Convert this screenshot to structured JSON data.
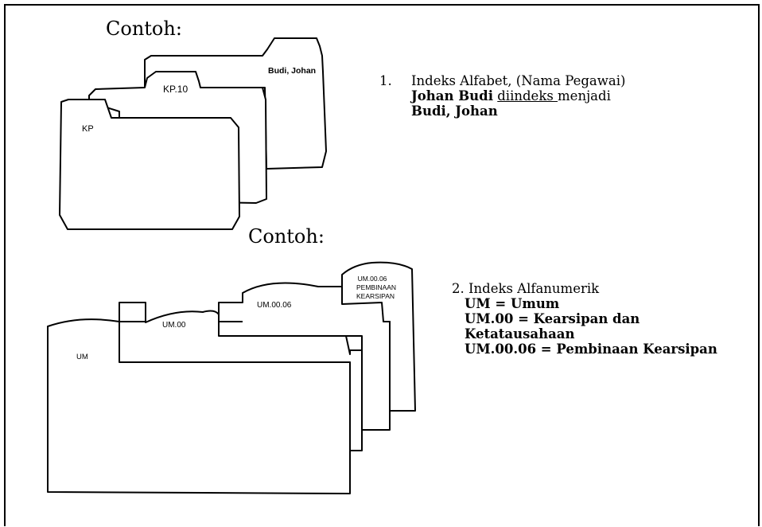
{
  "example_label_1": "Contoh:",
  "example_label_2": "Contoh:",
  "folders_1": {
    "front": "KP",
    "middle": "KP.10",
    "back": "Budi, Johan"
  },
  "list_1": {
    "number": "1.",
    "title": "Indeks Alfabet, (Nama Pegawai)",
    "line2_bold": "Johan Budi",
    "line2_underline": "diindeks ",
    "line2_rest": "menjadi",
    "line3_bold": "Budi, Johan"
  },
  "folders_2": {
    "front": "UM",
    "second": "UM.00",
    "third": "UM.00.06",
    "back_lines": [
      "UM.00.06",
      "PEMBINAAN",
      "KEARSIPAN"
    ]
  },
  "list_2": {
    "title": "2. Indeks Alfanumerik",
    "line1": "UM = Umum",
    "line2": "UM.00 = Kearsipan dan",
    "line3": "Ketatausahaan",
    "line4": "UM.00.06 = Pembinaan Kearsipan"
  }
}
